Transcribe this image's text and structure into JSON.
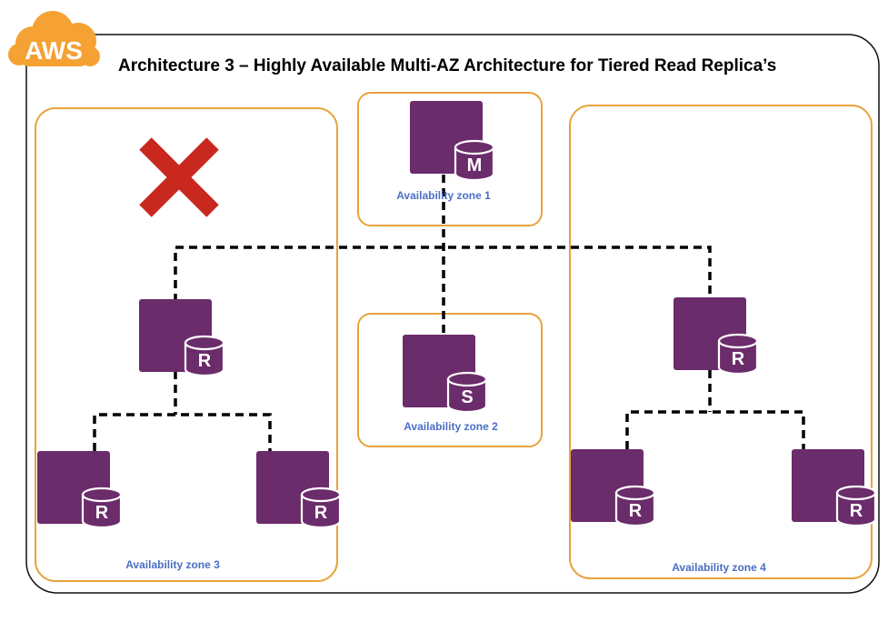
{
  "diagram": {
    "title": "Architecture 3 – Highly Available Multi-AZ Architecture for Tiered Read Replica’s",
    "logo_text": "AWS",
    "zones": [
      {
        "id": "az1",
        "label": "Availability zone 1"
      },
      {
        "id": "az2",
        "label": "Availability zone 2"
      },
      {
        "id": "az3",
        "label": "Availability zone 3"
      },
      {
        "id": "az4",
        "label": "Availability zone 4"
      }
    ],
    "nodes": [
      {
        "id": "master",
        "letter": "M",
        "zone": "az1"
      },
      {
        "id": "standby",
        "letter": "S",
        "zone": "az2"
      },
      {
        "id": "replica-az3-top",
        "letter": "R",
        "zone": "az3"
      },
      {
        "id": "replica-az3-left",
        "letter": "R",
        "zone": "az3"
      },
      {
        "id": "replica-az3-right",
        "letter": "R",
        "zone": "az3"
      },
      {
        "id": "replica-az4-top",
        "letter": "R",
        "zone": "az4"
      },
      {
        "id": "replica-az4-left",
        "letter": "R",
        "zone": "az4"
      },
      {
        "id": "replica-az4-right",
        "letter": "R",
        "zone": "az4"
      }
    ],
    "failure_marker": {
      "zone": "az3",
      "icon": "red-x-icon"
    },
    "colors": {
      "zone_border": "#e8a33d",
      "node_fill": "#6b2c6b",
      "zone_label": "#4a6fc4",
      "aws_cloud": "#f5a133",
      "failure": "#c8281e",
      "connector": "#000000"
    }
  }
}
